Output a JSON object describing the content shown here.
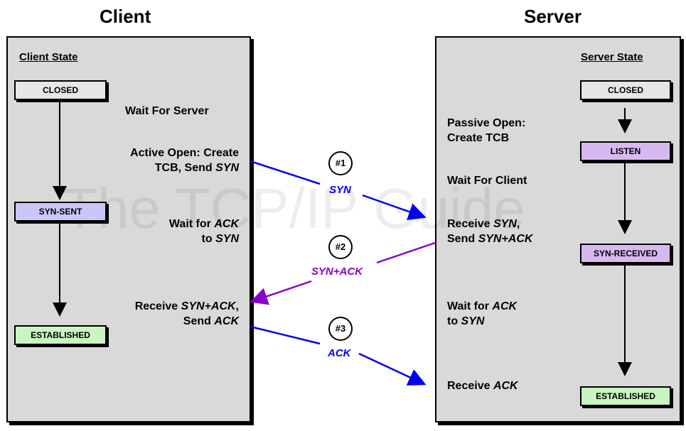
{
  "titles": {
    "client": "Client",
    "server": "Server"
  },
  "watermark": "The TCP/IP Guide",
  "client": {
    "state_heading": "Client State",
    "states": {
      "closed": "CLOSED",
      "syn_sent": "SYN-SENT",
      "established": "ESTABLISHED"
    },
    "events": {
      "wait_server": "Wait For Server",
      "active_open_1": "Active Open: Create",
      "active_open_2a": "TCB, Send ",
      "active_open_2b": "SYN",
      "wait_ack_1a": "Wait for ",
      "wait_ack_1b": "ACK",
      "wait_ack_2a": "to ",
      "wait_ack_2b": "SYN",
      "receive_1a": "Receive ",
      "receive_1b": "SYN+ACK",
      "receive_1c": ",",
      "receive_2a": "Send ",
      "receive_2b": "ACK"
    }
  },
  "server": {
    "state_heading": "Server State",
    "states": {
      "closed": "CLOSED",
      "listen": "LISTEN",
      "syn_received": "SYN-RECEIVED",
      "established": "ESTABLISHED"
    },
    "events": {
      "passive_1": "Passive Open:",
      "passive_2": "Create TCB",
      "wait_client": "Wait For Client",
      "receive_syn_1a": "Receive ",
      "receive_syn_1b": "SYN",
      "receive_syn_1c": ",",
      "receive_syn_2a": "Send ",
      "receive_syn_2b": "SYN+ACK",
      "wait_ack_1a": "Wait for ",
      "wait_ack_1b": "ACK",
      "wait_ack_2a": "to ",
      "wait_ack_2b": "SYN",
      "receive_ack_a": "Receive ",
      "receive_ack_b": "ACK"
    }
  },
  "messages": [
    {
      "number": "#1",
      "label": "SYN",
      "color": "#0000ee"
    },
    {
      "number": "#2",
      "label": "SYN+ACK",
      "color": "#8800cc"
    },
    {
      "number": "#3",
      "label": "ACK",
      "color": "#0000ee"
    }
  ],
  "colors": {
    "panel": "#d9d9d9",
    "syn_arrow": "#0000ee",
    "synack_arrow": "#8800cc"
  }
}
